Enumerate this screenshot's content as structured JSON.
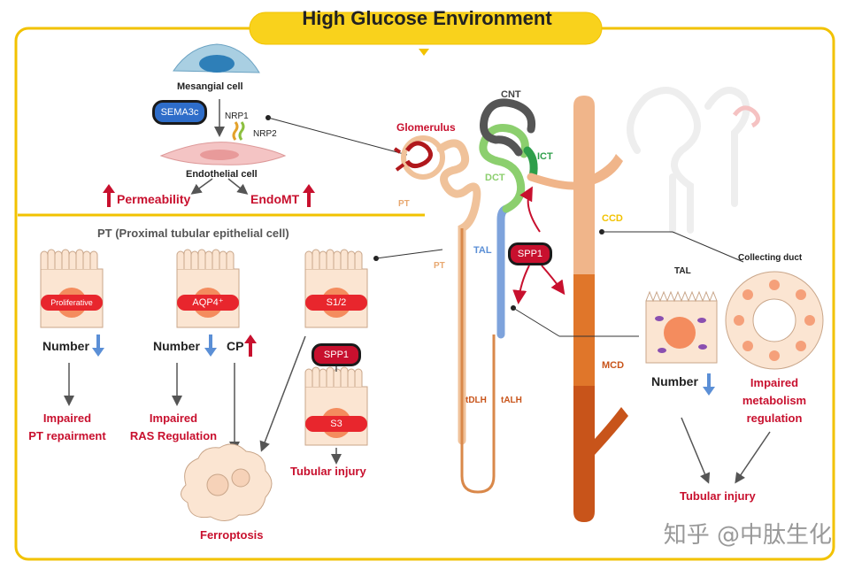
{
  "title": "High Glucose Environment",
  "mesangial": {
    "label": "Mesangial cell",
    "sema": "SEMA3c",
    "nrp1": "NRP1",
    "nrp2": "NRP2",
    "endothelial": "Endothelial cell",
    "permeability": "Permeability",
    "endomt": "EndoMT"
  },
  "pt_header": "PT (Proximal tubular epithelial cell)",
  "cells": {
    "proliferative": "Proliferative",
    "aqp4": "AQP4⁺",
    "s12": "S1/2",
    "spp1": "SPP1",
    "s3": "S3"
  },
  "outcomes": {
    "number1": "Number",
    "number2": "Number",
    "cp": "CP",
    "impaired_pt_1": "Impaired",
    "impaired_pt_2": "PT repairment",
    "impaired_ras_1": "Impaired",
    "impaired_ras_2": "RAS Regulation",
    "tubular_injury_left": "Tubular injury",
    "ferroptosis": "Ferroptosis"
  },
  "nephron": {
    "glomerulus": "Glomerulus",
    "cnt": "CNT",
    "ict": "ICT",
    "dct": "DCT",
    "pt_a": "PT",
    "pt_b": "PT",
    "tal": "TAL",
    "spp1": "SPP1",
    "ccd": "CCD",
    "mcd": "MCD",
    "tdlh": "tDLH",
    "talh": "tALH"
  },
  "right": {
    "tal": "TAL",
    "collecting_duct": "Collecting duct",
    "number": "Number",
    "impaired_1": "Impaired",
    "impaired_2": "metabolism",
    "impaired_3": "regulation",
    "tubular_injury": "Tubular injury"
  },
  "watermark": "知乎 @中肽生化",
  "colors": {
    "frame": "#f2c200",
    "red": "#c8102e",
    "blue": "#5b8fd6",
    "orange": "#e07a2a",
    "dark_orange": "#c8541a",
    "peach": "#f0c29a",
    "green": "#2e9e4a",
    "gray": "#555555"
  }
}
